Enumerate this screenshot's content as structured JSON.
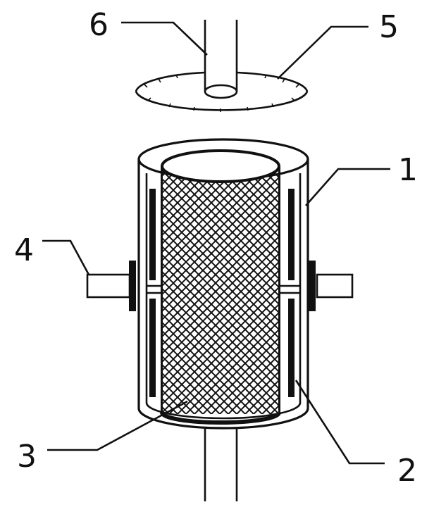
{
  "labels": {
    "l1": "1",
    "l2": "2",
    "l3": "3",
    "l4": "4",
    "l5": "5",
    "l6": "6"
  },
  "colors": {
    "ink": "#111111",
    "background": "#ffffff"
  }
}
